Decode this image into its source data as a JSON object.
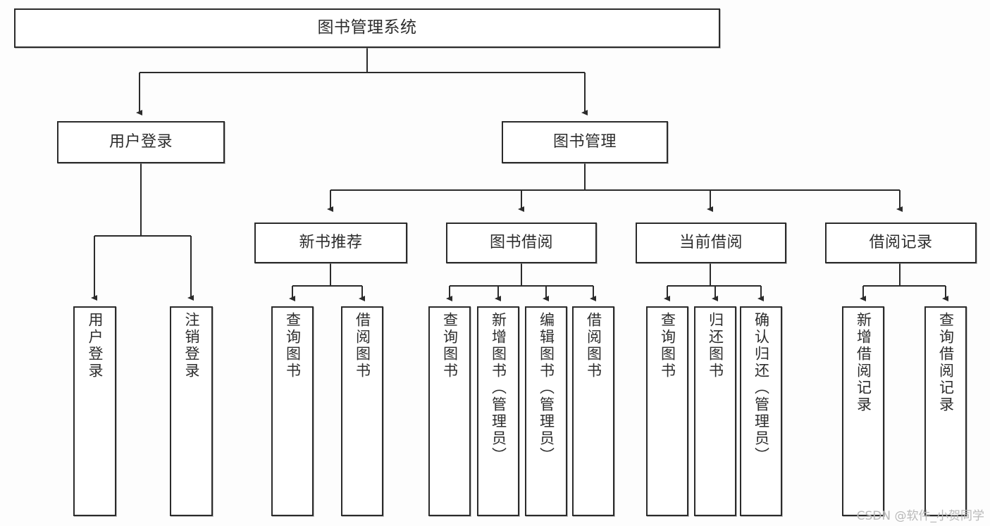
{
  "diagram": {
    "title": "图书管理系统",
    "type": "hierarchy-tree",
    "watermark": "CSDN @软件_小贺同学",
    "colors": {
      "background": "#fdfdfd",
      "box_fill": "#ffffff",
      "box_border": "#2b2b2b",
      "connector": "#2b2b2b",
      "text": "#2d2d2d",
      "watermark": "#b9b9b9"
    },
    "levels": {
      "root": {
        "label": "图书管理系统"
      },
      "level2": [
        {
          "id": "user-login",
          "label": "用户登录"
        },
        {
          "id": "book-manage",
          "label": "图书管理"
        }
      ],
      "level3": [
        {
          "id": "new-book-recommend",
          "label": "新书推荐",
          "parent": "book-manage"
        },
        {
          "id": "book-borrow",
          "label": "图书借阅",
          "parent": "book-manage"
        },
        {
          "id": "current-borrow",
          "label": "当前借阅",
          "parent": "book-manage"
        },
        {
          "id": "borrow-record",
          "label": "借阅记录",
          "parent": "book-manage"
        }
      ],
      "leaves": [
        {
          "id": "leaf-user-login",
          "label": "用户登录",
          "parent": "user-login"
        },
        {
          "id": "leaf-logout",
          "label": "注销登录",
          "parent": "user-login"
        },
        {
          "id": "leaf-query-book-1",
          "label": "查询图书",
          "parent": "new-book-recommend"
        },
        {
          "id": "leaf-borrow-book-1",
          "label": "借阅图书",
          "parent": "new-book-recommend"
        },
        {
          "id": "leaf-query-book-2",
          "label": "查询图书",
          "parent": "book-borrow"
        },
        {
          "id": "leaf-add-book",
          "label": "新增图书（管理员）",
          "parent": "book-borrow"
        },
        {
          "id": "leaf-edit-book",
          "label": "编辑图书（管理员）",
          "parent": "book-borrow"
        },
        {
          "id": "leaf-borrow-book-2",
          "label": "借阅图书",
          "parent": "book-borrow"
        },
        {
          "id": "leaf-query-book-3",
          "label": "查询图书",
          "parent": "current-borrow"
        },
        {
          "id": "leaf-return-book",
          "label": "归还图书",
          "parent": "current-borrow"
        },
        {
          "id": "leaf-confirm-return",
          "label": "确认归还（管理员）",
          "parent": "current-borrow"
        },
        {
          "id": "leaf-add-record",
          "label": "新增借阅记录",
          "parent": "borrow-record"
        },
        {
          "id": "leaf-query-record",
          "label": "查询借阅记录",
          "parent": "borrow-record"
        }
      ]
    }
  }
}
